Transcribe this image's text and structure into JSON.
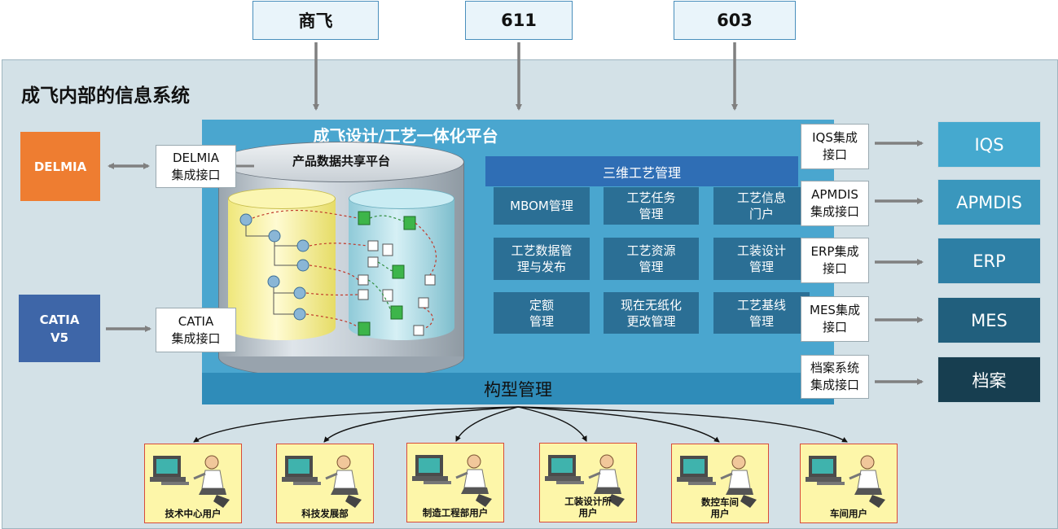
{
  "top_sources": [
    "商飞",
    "611",
    "603"
  ],
  "section_title": "成飞内部的信息系统",
  "platform": {
    "title": "成飞设计/工艺一体化平台",
    "data_platform": "产品数据共享平台",
    "process_3d": "三维工艺管理",
    "modules": [
      "MBOM管理",
      "工艺任务\n管理",
      "工艺信息\n门户",
      "工艺数据管\n理与发布",
      "工艺资源\n管理",
      "工装设计\n管理",
      "定额\n管理",
      "现在无纸化\n更改管理",
      "工艺基线\n管理"
    ],
    "config_management": "构型管理"
  },
  "left_sources": [
    {
      "name": "DELMIA",
      "interface": "DELMIA\n集成接口",
      "color": "#ee7d31"
    },
    {
      "name": "CATIA\nV5",
      "interface": "CATIA\n集成接口",
      "color": "#3e66a8"
    }
  ],
  "interfaces": [
    "IQS集成\n接口",
    "APMDIS\n集成接口",
    "ERP集成\n接口",
    "MES集成\n接口",
    "档案系统\n集成接口"
  ],
  "external_systems": [
    {
      "name": "IQS",
      "color": "#45a9cf"
    },
    {
      "name": "APMDIS",
      "color": "#3a97bd"
    },
    {
      "name": "ERP",
      "color": "#2d7fa5"
    },
    {
      "name": "MES",
      "color": "#215f7d"
    },
    {
      "name": "档案",
      "color": "#173e50"
    }
  ],
  "users": [
    "技术中心用户",
    "科技发展部",
    "制造工程部用户",
    "工装设计所\n用户",
    "数控车间\n用户",
    "车间用户"
  ],
  "colors": {
    "background": "#d3e1e7",
    "platform": "#4aa6cf",
    "module": "#2b6f95",
    "arrow": "#808080"
  }
}
